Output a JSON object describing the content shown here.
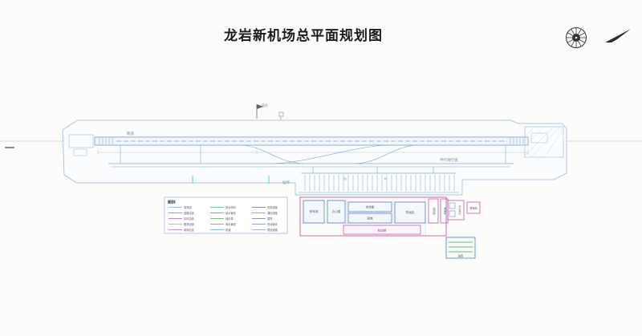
{
  "header": {
    "title": "龙岩新机场总平面规划图"
  },
  "legend": {
    "title": "图例",
    "items": [
      {
        "label": "场界线",
        "color": "#9fc0e4"
      },
      {
        "label": "排水明沟",
        "color": "#66c6b4"
      },
      {
        "label": "供电线路",
        "color": "#8f82c8"
      },
      {
        "label": "道路边线",
        "color": "#7fa8cc"
      },
      {
        "label": "给水管线",
        "color": "#57b89a"
      },
      {
        "label": "通信线路",
        "color": "#9aa2bc"
      },
      {
        "label": "机坪边线",
        "color": "#c08cd0"
      },
      {
        "label": "绿化带",
        "color": "#7cc48a"
      },
      {
        "label": "围界",
        "color": "#8c9ab4"
      },
      {
        "label": "跑滑边线",
        "color": "#a9c2de"
      },
      {
        "label": "雨水管线",
        "color": "#6fb6d2"
      },
      {
        "label": "供油管线",
        "color": "#b494d6"
      },
      {
        "label": "用地红线",
        "color": "#d08cc4"
      },
      {
        "label": "桥涵",
        "color": "#86bce0"
      },
      {
        "label": "规划道路",
        "color": "#a9b2c6"
      }
    ]
  },
  "buildings": {
    "parking": "停车场",
    "office": "办公楼",
    "complex": "综合楼",
    "hotel": "宾馆",
    "cargo": "货运区",
    "fire": "消防站",
    "special": "特车库",
    "terminal": "航站楼",
    "power": "动力中心",
    "substation": "变电站",
    "fuel": "油库"
  },
  "annotations": {
    "runway": "跑道",
    "taxiway": "平行滑行道",
    "apron": "站坪",
    "tower": "塔台"
  }
}
